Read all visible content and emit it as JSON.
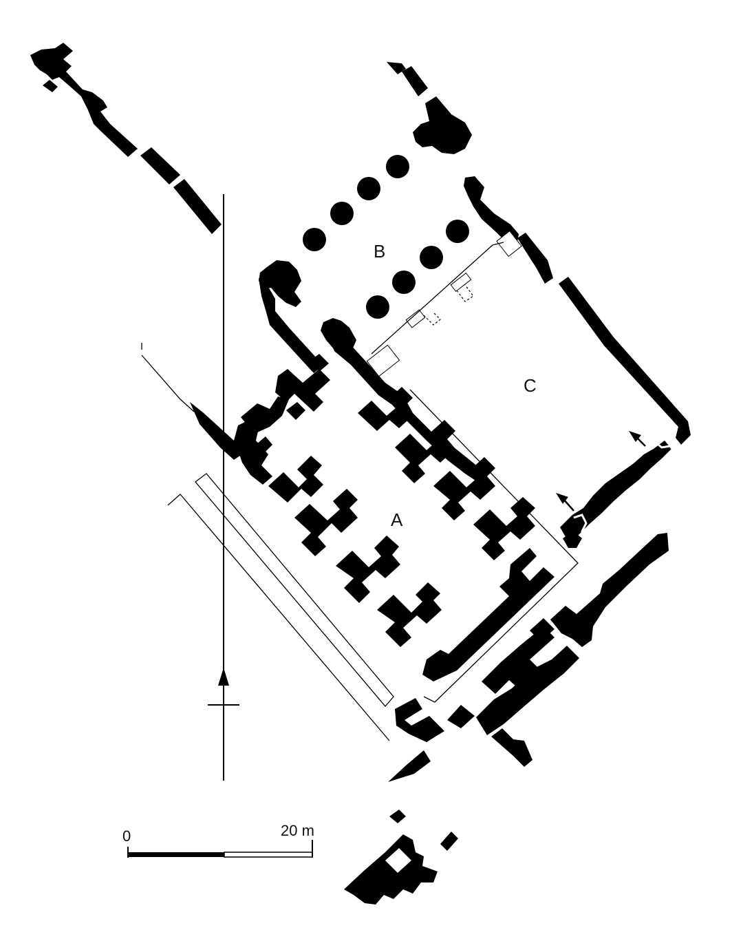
{
  "labels": {
    "a": "A",
    "b": "B",
    "c": "C"
  },
  "scale_bar": {
    "start_label": "0",
    "end_label": "20 m"
  },
  "north_arrow": {
    "icon": "north-arrow-icon"
  }
}
